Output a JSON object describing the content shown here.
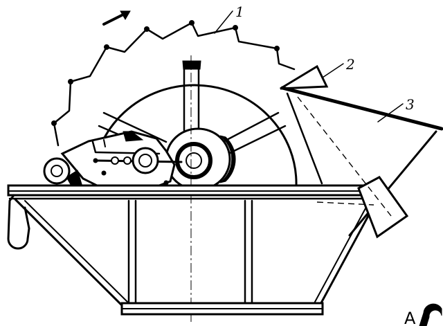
{
  "labels": {
    "wheel": "1",
    "chute": "2",
    "trough_plate": "3",
    "view_mark": "A"
  },
  "colors": {
    "ink": "#000000",
    "paper": "#ffffff"
  },
  "icons": {
    "rotation_arrow": "arrow-icon"
  }
}
